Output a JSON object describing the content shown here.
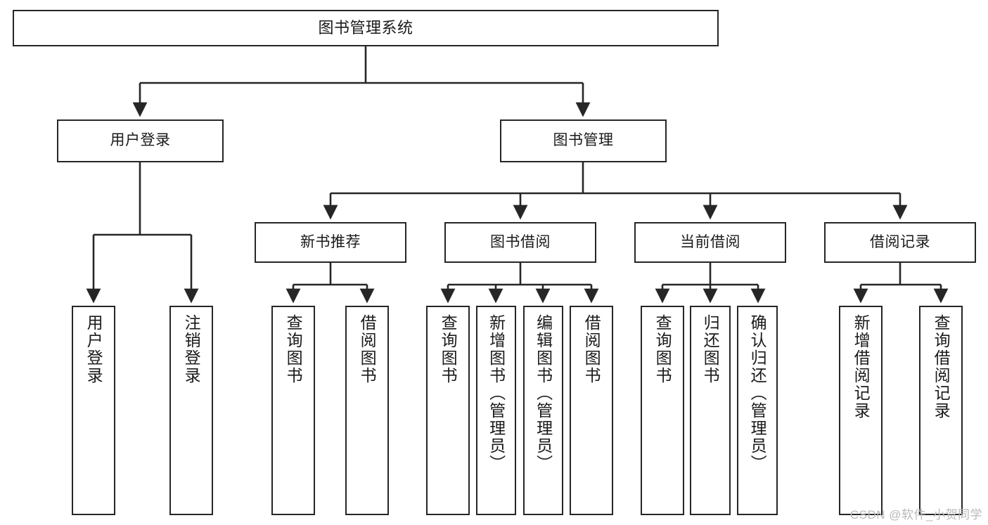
{
  "diagram": {
    "type": "tree-hierarchy-chart",
    "title": "图书管理系统",
    "colors": {
      "box_border": "#262626",
      "box_fill": "#ffffff",
      "edge": "#262626",
      "text": "#1a1a1a",
      "watermark": "#b9b9b9"
    },
    "watermark": "CSDN @软件_小贺同学",
    "nodes": {
      "root": {
        "label": "图书管理系统"
      },
      "level1": [
        {
          "label": "用户登录"
        },
        {
          "label": "图书管理"
        }
      ],
      "level2": [
        {
          "label": "新书推荐"
        },
        {
          "label": "图书借阅"
        },
        {
          "label": "当前借阅"
        },
        {
          "label": "借阅记录"
        }
      ],
      "leaves": {
        "user_login": [
          {
            "label": "用户登录"
          },
          {
            "label": "注销登录"
          }
        ],
        "new_book_recommend": [
          {
            "label": "查询图书"
          },
          {
            "label": "借阅图书"
          }
        ],
        "book_borrow": [
          {
            "label": "查询图书"
          },
          {
            "label": "新增图书（管理员）"
          },
          {
            "label": "编辑图书（管理员）"
          },
          {
            "label": "借阅图书"
          }
        ],
        "current_borrow": [
          {
            "label": "查询图书"
          },
          {
            "label": "归还图书"
          },
          {
            "label": "确认归还（管理员）"
          }
        ],
        "borrow_records": [
          {
            "label": "新增借阅记录"
          },
          {
            "label": "查询借阅记录"
          }
        ]
      }
    }
  }
}
